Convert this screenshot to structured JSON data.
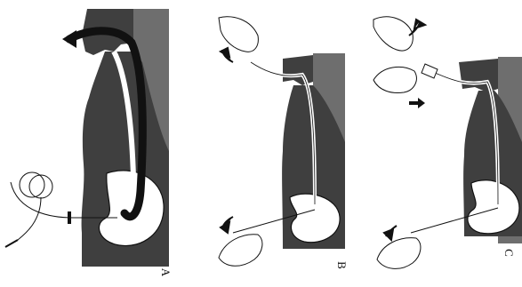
{
  "figure": {
    "panels": [
      {
        "id": "A",
        "label": "A"
      },
      {
        "id": "B",
        "label": "B"
      },
      {
        "id": "C",
        "label": "C"
      }
    ],
    "colors": {
      "body_fill": "#3f3f3f",
      "background_fill": "#6e6e6e",
      "outline": "#111111",
      "paper": "#ffffff"
    },
    "icons": [
      "hand-icon",
      "arrow-icon",
      "coiled-tube-icon",
      "bag-icon"
    ]
  }
}
